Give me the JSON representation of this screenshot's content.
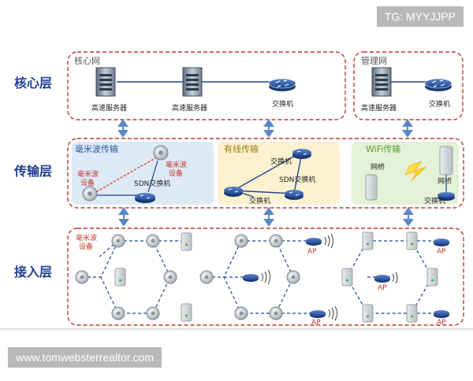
{
  "watermark_top": "TG: MYYJJPP",
  "watermark_bottom": "www.tomwebsterrealtor.com",
  "layers": {
    "core": "核心层",
    "transport": "传输层",
    "access": "接入层"
  },
  "core": {
    "core_net": {
      "title": "核心网",
      "server1": "高速服务器",
      "server2": "高速服务器",
      "switch": "交换机"
    },
    "mgmt_net": {
      "title": "管理网",
      "server": "高速服务器",
      "switch": "交换机"
    }
  },
  "transport": {
    "mmwave": {
      "title": "毫米波传输",
      "device_left": [
        "毫米波",
        "设备"
      ],
      "device_right": [
        "毫米波",
        "设备"
      ],
      "sdn_switch": "SDN交换机"
    },
    "wired": {
      "title": "有线传输",
      "switch_top": "交换机",
      "sdn_switch": "SDN交换机",
      "switch_bottom": "交换机"
    },
    "wifi": {
      "title": "WiFi传输",
      "bridge_left": "网桥",
      "bridge_right": "网桥",
      "switch": "交换机"
    }
  },
  "access": {
    "mmwave_label": [
      "毫米波",
      "设备"
    ],
    "ap_labels": [
      "AP",
      "AP",
      "AP",
      "AP",
      "AP"
    ]
  },
  "colors": {
    "dashed_border": "#c0392b",
    "layer_text": "#1f3f8f",
    "arrow": "#5b87c8",
    "mmwave_bg": "#dde9f6",
    "wired_bg": "#fdf1cf",
    "wifi_bg": "#e4f1d6",
    "router": "#2f5aa5"
  }
}
